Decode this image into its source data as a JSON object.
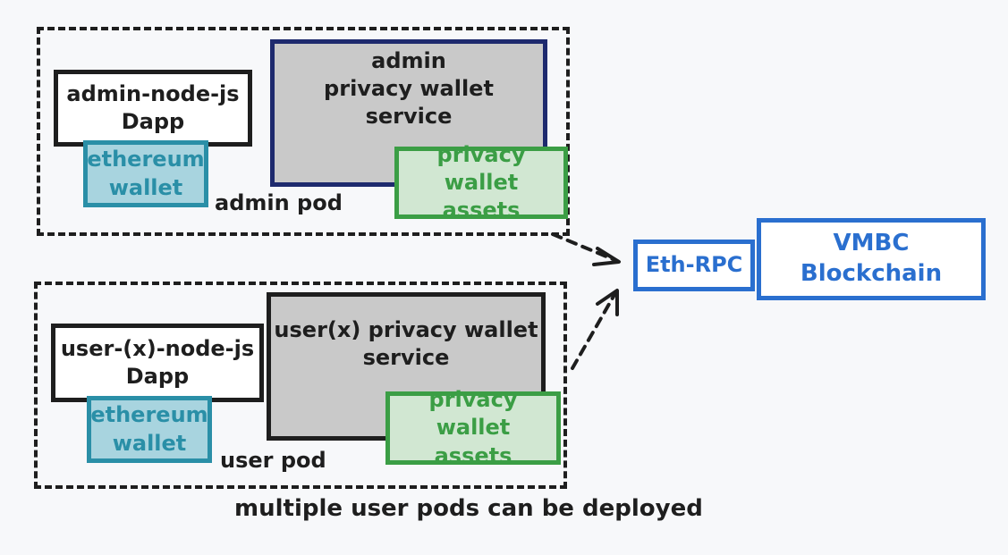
{
  "admin_pod": {
    "label": "admin pod",
    "dapp": {
      "line1": "admin-node-js",
      "line2": "Dapp"
    },
    "wallet": {
      "line1": "ethereum",
      "line2": "wallet"
    },
    "service": {
      "line1": "admin",
      "line2": "privacy wallet",
      "line3": "service"
    },
    "assets": {
      "line1": "privacy wallet",
      "line2": "assets"
    }
  },
  "user_pod": {
    "label": "user pod",
    "dapp": {
      "line1": "user-(x)-node-js",
      "line2": "Dapp"
    },
    "wallet": {
      "line1": "ethereum",
      "line2": "wallet"
    },
    "service": {
      "line1": "user(x) privacy wallet",
      "line2": "service"
    },
    "assets": {
      "line1": "privacy wallet",
      "line2": "assets"
    }
  },
  "footer_note": "multiple user pods can be deployed",
  "eth_rpc": "Eth-RPC",
  "blockchain": "VMBC Blockchain",
  "colors": {
    "black": "#1e1e1e",
    "teal": "#2a8fa7",
    "green": "#3b9e45",
    "blue": "#2a6fcf",
    "gray_fill": "#c9c9c9"
  }
}
